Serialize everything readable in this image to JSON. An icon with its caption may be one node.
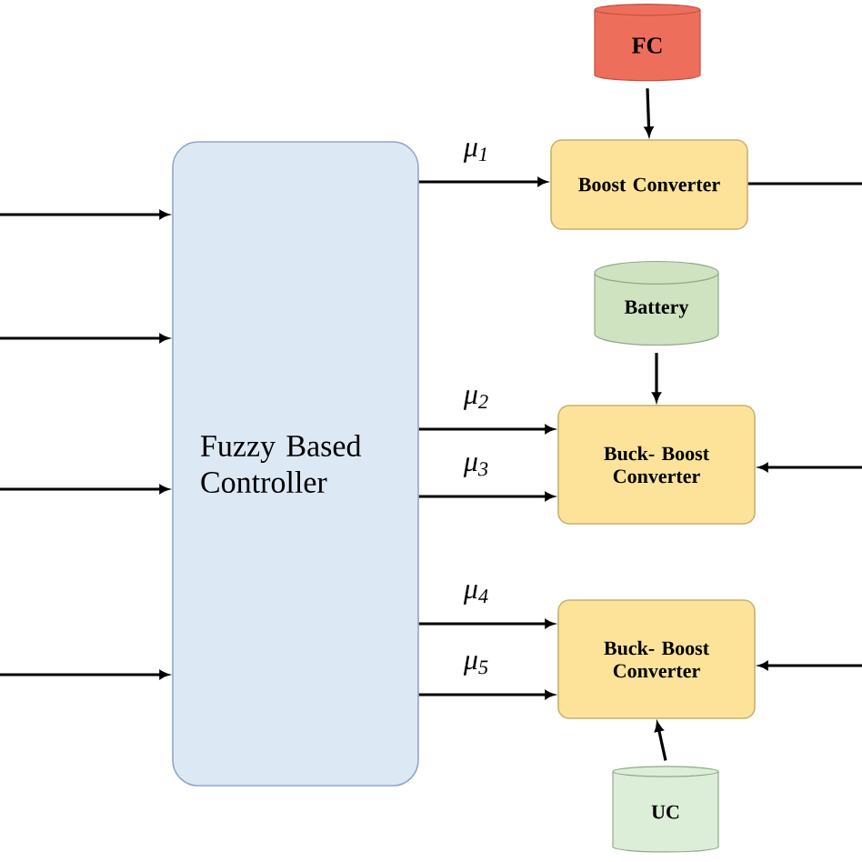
{
  "diagram": {
    "nodes": [
      {
        "text": [
          "Fuzzy Based Controller"
        ]
      },
      {
        "text": [
          "FC"
        ]
      },
      {
        "text": [
          "Boost Converter"
        ]
      },
      {
        "text": [
          "Battery"
        ]
      },
      {
        "text": [
          "Buck- Boost Converter"
        ]
      },
      {
        "text": [
          "Buck- Boost Converter"
        ]
      },
      {
        "text": [
          "UC"
        ]
      }
    ],
    "edges": [
      {
        "from": null,
        "to": 0,
        "arrow": "to"
      },
      {
        "from": null,
        "to": 0,
        "arrow": "to"
      },
      {
        "from": null,
        "to": 0,
        "arrow": "to"
      },
      {
        "from": null,
        "to": 0,
        "arrow": "to"
      },
      {
        "from": 0,
        "to": 2,
        "arrow": "to",
        "label": "μ$_{1}$"
      },
      {
        "from": 1,
        "to": 2,
        "arrow": "to"
      },
      {
        "from": 2,
        "to": null,
        "arrow": "none"
      },
      {
        "from": 3,
        "to": 4,
        "arrow": "to"
      },
      {
        "from": 0,
        "to": 4,
        "arrow": "to",
        "label": "μ$_{2}$"
      },
      {
        "from": 0,
        "to": 4,
        "arrow": "to",
        "label": "μ$_{3}$"
      },
      {
        "from": null,
        "to": 4,
        "arrow": "to"
      },
      {
        "from": 0,
        "to": 5,
        "arrow": "to",
        "label": "μ$_{4}$"
      },
      {
        "from": 0,
        "to": 5,
        "arrow": "to",
        "label": "μ$_{5}$"
      },
      {
        "from": null,
        "to": 5,
        "arrow": "to"
      },
      {
        "from": 6,
        "to": 5,
        "arrow": "to"
      }
    ]
  }
}
